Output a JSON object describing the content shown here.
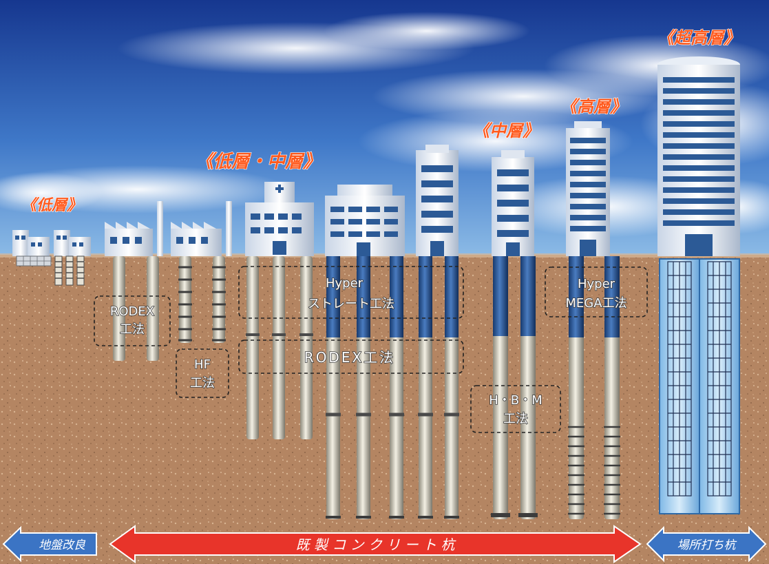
{
  "categories": {
    "low": "《低層》",
    "low_mid": "《低層・中層》",
    "mid": "《中層》",
    "high": "《高層》",
    "super_high": "《超高層》"
  },
  "methods": {
    "rodex_small_1": "RODEX",
    "rodex_small_2": "工法",
    "hf_1": "HF",
    "hf_2": "工法",
    "hyper_straight_1": "Hyper",
    "hyper_straight_2": "ストレート工法",
    "rodex_large": "RODEX工法",
    "hbm_1": "H・B・M",
    "hbm_2": "工法",
    "hyper_mega_1": "Hyper",
    "hyper_mega_2": "MEGA工法"
  },
  "arrows": {
    "ground_improvement": "地盤改良",
    "precast_pile": "既 製 コ ン ク リ ー ト 杭",
    "cast_in_place": "場所打ち杭"
  },
  "colors": {
    "sky_top": "#1a3f9a",
    "sky_bottom": "#6fa6dc",
    "soil": "#b88a66",
    "pile_light": "#e8e4d4",
    "pile_dark": "#2c5a96",
    "arrow_red": "#e8342a",
    "arrow_blue": "#3b74c4",
    "label_orange": "#ff5a1e"
  }
}
